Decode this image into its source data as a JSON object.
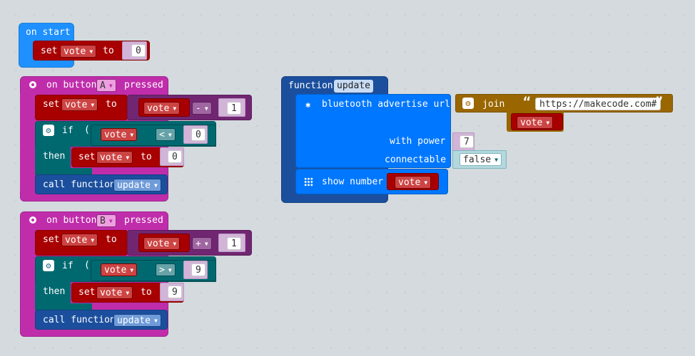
{
  "colors": {
    "basic_event": "#1e90ff",
    "input_event": "#c02dab",
    "variables": "#a80000",
    "math": "#712672",
    "logic": "#006970",
    "functions": "#1b4f9e",
    "bluetooth": "#0077ff",
    "text": "#996600"
  },
  "on_start": {
    "title": "on start",
    "set_label": "set",
    "var": "vote",
    "to_label": "to",
    "value": "0"
  },
  "button_a": {
    "on_label": "on button",
    "button": "A",
    "pressed_label": "pressed",
    "set_label": "set",
    "var": "vote",
    "to_label": "to",
    "expr_var": "vote",
    "op": "-",
    "operand": "1",
    "if_label": "if",
    "cond_var": "vote",
    "cond_op": "<",
    "cond_value": "0",
    "then_label": "then",
    "then_set_label": "set",
    "then_var": "vote",
    "then_to_label": "to",
    "then_value": "0",
    "call_label": "call function",
    "call_name": "update"
  },
  "button_b": {
    "on_label": "on button",
    "button": "B",
    "pressed_label": "pressed",
    "set_label": "set",
    "var": "vote",
    "to_label": "to",
    "expr_var": "vote",
    "op": "+",
    "operand": "1",
    "if_label": "if",
    "cond_var": "vote",
    "cond_op": ">",
    "cond_value": "9",
    "then_label": "then",
    "then_set_label": "set",
    "then_var": "vote",
    "then_to_label": "to",
    "then_value": "9",
    "call_label": "call function",
    "call_name": "update"
  },
  "function_update": {
    "function_label": "function",
    "name": "update",
    "advertise_label": "bluetooth advertise url",
    "join_label": "join",
    "url": "https://makecode.com#",
    "join_var": "vote",
    "power_label": "with power",
    "power_value": "7",
    "connectable_label": "connectable",
    "connectable_value": "false",
    "show_label": "show number",
    "show_var": "vote"
  },
  "icons": {
    "dropdown_arrow": "▼",
    "quote_open": "“",
    "quote_close": "”"
  }
}
